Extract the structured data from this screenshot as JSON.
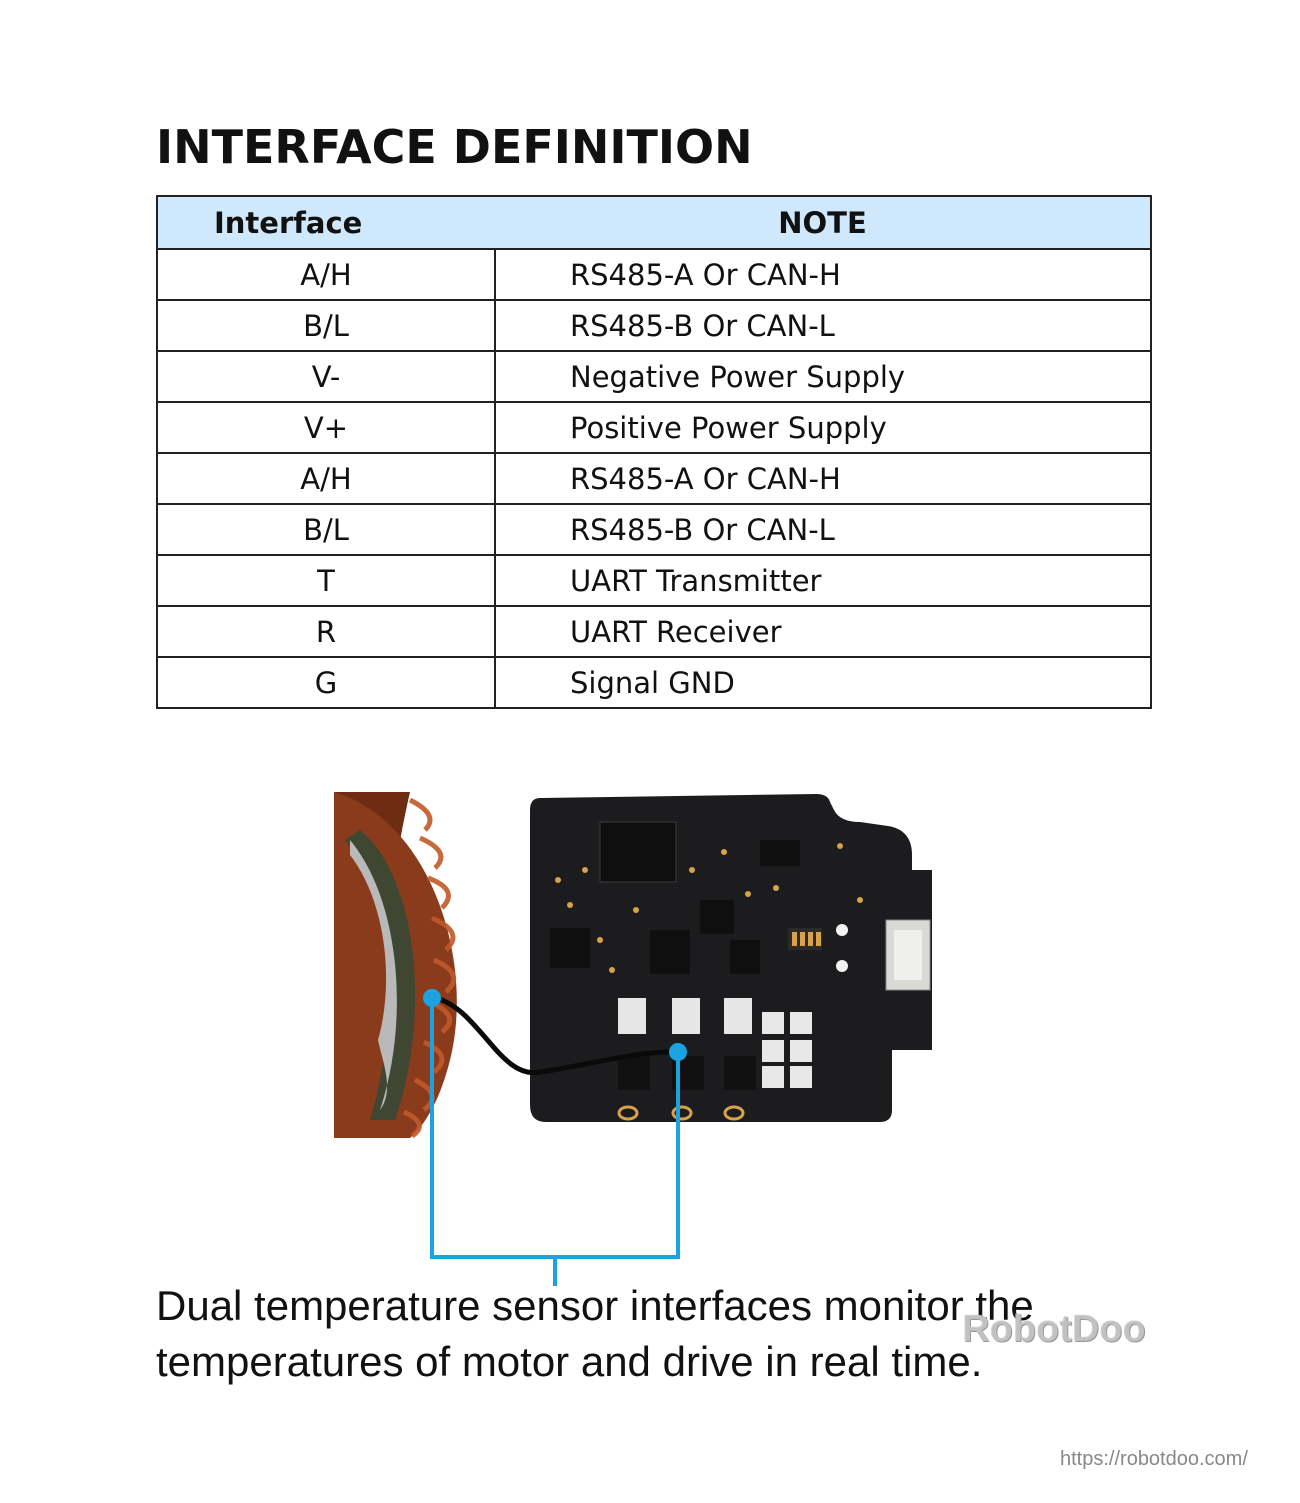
{
  "title": "INTERFACE DEFINITION",
  "table": {
    "headers": [
      "Interface",
      "NOTE"
    ],
    "rows": [
      {
        "interface": "A/H",
        "note": "RS485-A Or CAN-H"
      },
      {
        "interface": "B/L",
        "note": "RS485-B Or CAN-L"
      },
      {
        "interface": "V-",
        "note": "Negative Power Supply"
      },
      {
        "interface": "V+",
        "note": "Positive Power Supply"
      },
      {
        "interface": "A/H",
        "note": "RS485-A Or CAN-H"
      },
      {
        "interface": "B/L",
        "note": "RS485-B Or CAN-L"
      },
      {
        "interface": "T",
        "note": "UART Transmitter"
      },
      {
        "interface": "R",
        "note": "UART Receiver"
      },
      {
        "interface": "G",
        "note": "Signal GND"
      }
    ]
  },
  "caption": {
    "line1": "Dual temperature sensor interfaces monitor the",
    "line2": "temperatures of motor and drive in real time."
  },
  "watermark": "RobotDoo",
  "url": "https://robotdoo.com/",
  "colors": {
    "header_bg": "#cfe8fb",
    "callout_line": "#1aa3e0",
    "pcb": "#1c1c1e",
    "copper": "#8a3b1c"
  }
}
